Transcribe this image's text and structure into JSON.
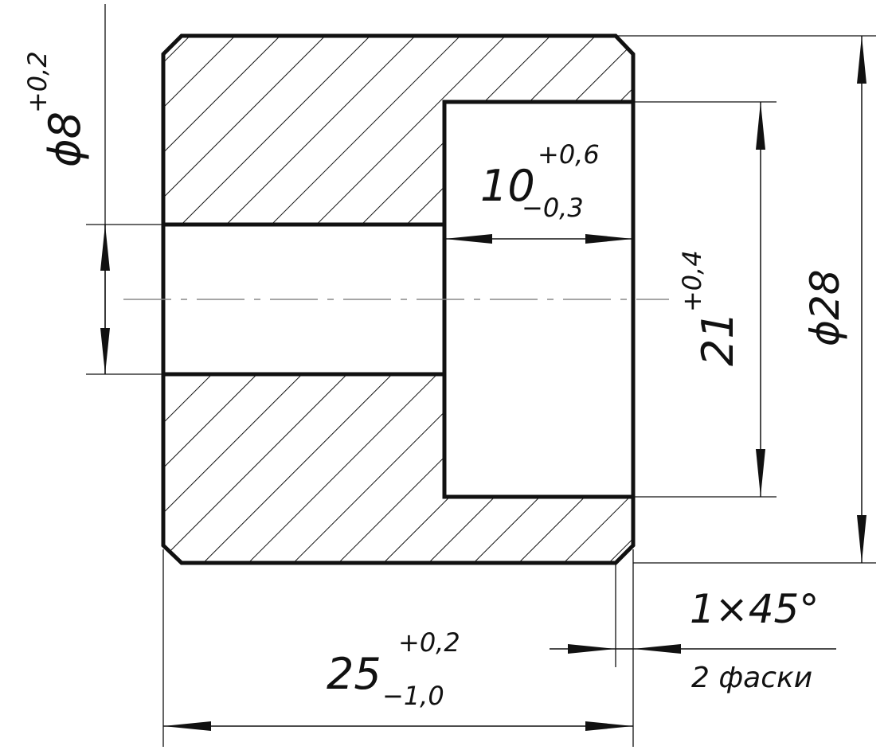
{
  "drawing": {
    "type": "sectional-view",
    "hole_diameter": {
      "prefix": "ϕ8",
      "tol_upper": "+0,2"
    },
    "bore_depth": {
      "base": "10",
      "tol_upper": "+0,6",
      "tol_lower": "−0,3"
    },
    "bore_diameter": {
      "base": "21",
      "tol_upper": "+0,4"
    },
    "outer_diameter": {
      "label": "ϕ28"
    },
    "length": {
      "base": "25",
      "tol_upper": "+0,2",
      "tol_lower": "−1,0"
    },
    "chamfer": {
      "label": "1×45°",
      "note": "2 фаски"
    }
  }
}
